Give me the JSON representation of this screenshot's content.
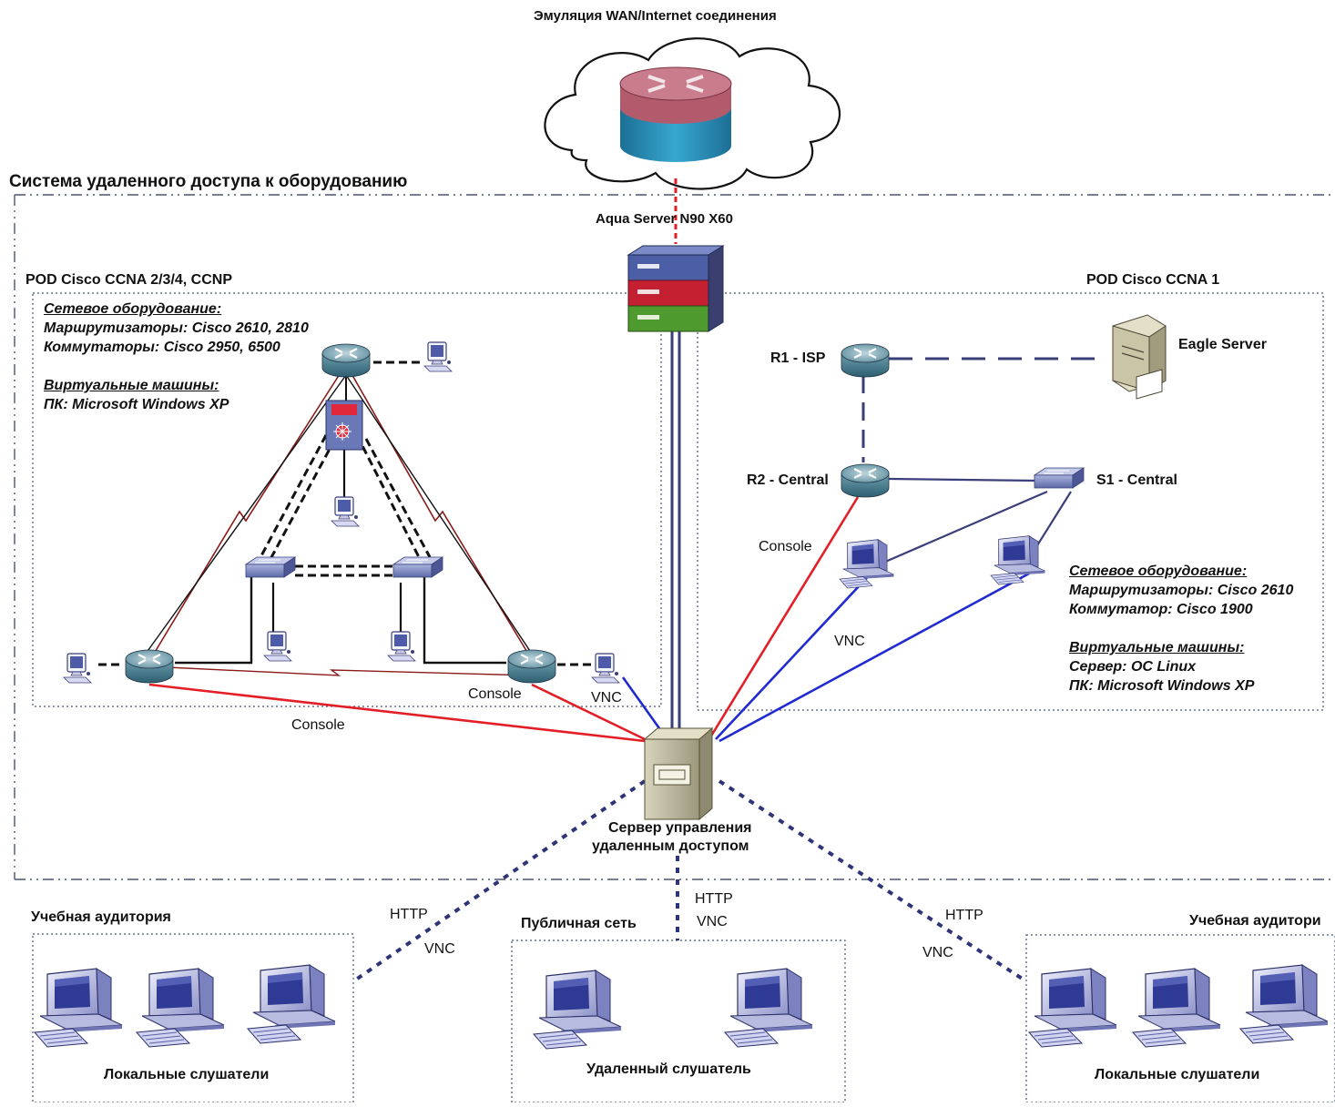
{
  "title": "Система удаленного доступа к оборудованию",
  "wan_label": "Эмуляция WAN/Internet соединения",
  "core_server_label": "Aqua Server N90 X60",
  "mgmt_server_label": [
    "Сервер управления",
    "удаленным доступом"
  ],
  "pod_left": {
    "title": "POD Cisco CCNA 2/3/4, CCNP",
    "hardware_heading": "Сетевое оборудование:",
    "hardware_lines": [
      "Маршрутизаторы: Cisco 2610, 2810",
      "Коммутаторы: Cisco 2950, 6500"
    ],
    "vm_heading": "Виртуальные машины:",
    "vm_lines": [
      "ПК: Microsoft Windows XP"
    ]
  },
  "pod_right": {
    "title": "POD Cisco CCNA 1",
    "devices": {
      "r1": "R1 - ISP",
      "r2": "R2 - Central",
      "s1": "S1 - Central",
      "eagle": "Eagle Server"
    },
    "hardware_heading": "Сетевое оборудование:",
    "hardware_lines": [
      "Маршрутизаторы: Cisco 2610",
      "Коммутатор: Cisco 1900"
    ],
    "vm_heading": "Виртуальные машины:",
    "vm_lines": [
      "Сервер: ОС Linux",
      "ПК: Microsoft Windows XP"
    ]
  },
  "links": {
    "console": "Console",
    "vnc": "VNC",
    "http": "HTTP"
  },
  "sites": {
    "left": {
      "title": "Учебная аудитория",
      "caption": "Локальные слушатели"
    },
    "center": {
      "title": "Публичная сеть",
      "caption": "Удаленный слушатель"
    },
    "right": {
      "title": "Учебная аудитори",
      "caption": "Локальные слушатели"
    }
  },
  "colors": {
    "console_line": "#e41e26",
    "vnc_line": "#1f2ad0",
    "trunk_line": "#3a3f7a",
    "serial_line": "#8b1a1a",
    "boundary": "#4a5575"
  }
}
